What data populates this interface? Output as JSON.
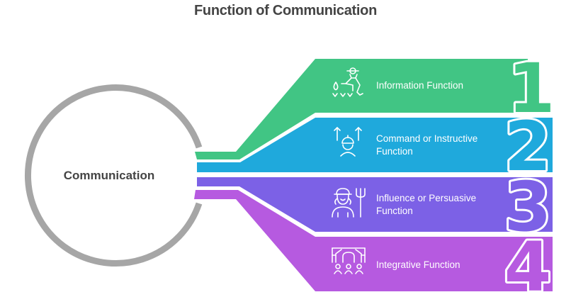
{
  "title": "Function of Communication",
  "hub": {
    "label": "Communication",
    "ring_color": "#a6a6a6"
  },
  "items": [
    {
      "number": "1",
      "label_lines": [
        "Information Function"
      ],
      "color": "#41c584",
      "icon": "farmer-watering-icon"
    },
    {
      "number": "2",
      "label_lines": [
        "Command or Instructive",
        "Function"
      ],
      "color": "#1fa9dc",
      "icon": "worker-arrows-icon"
    },
    {
      "number": "3",
      "label_lines": [
        "Influence or Persuasive",
        "Function"
      ],
      "color": "#7c61e6",
      "icon": "farmer-pitchfork-icon"
    },
    {
      "number": "4",
      "label_lines": [
        "Integrative Function"
      ],
      "color": "#b65ae0",
      "icon": "community-gathering-icon"
    }
  ]
}
